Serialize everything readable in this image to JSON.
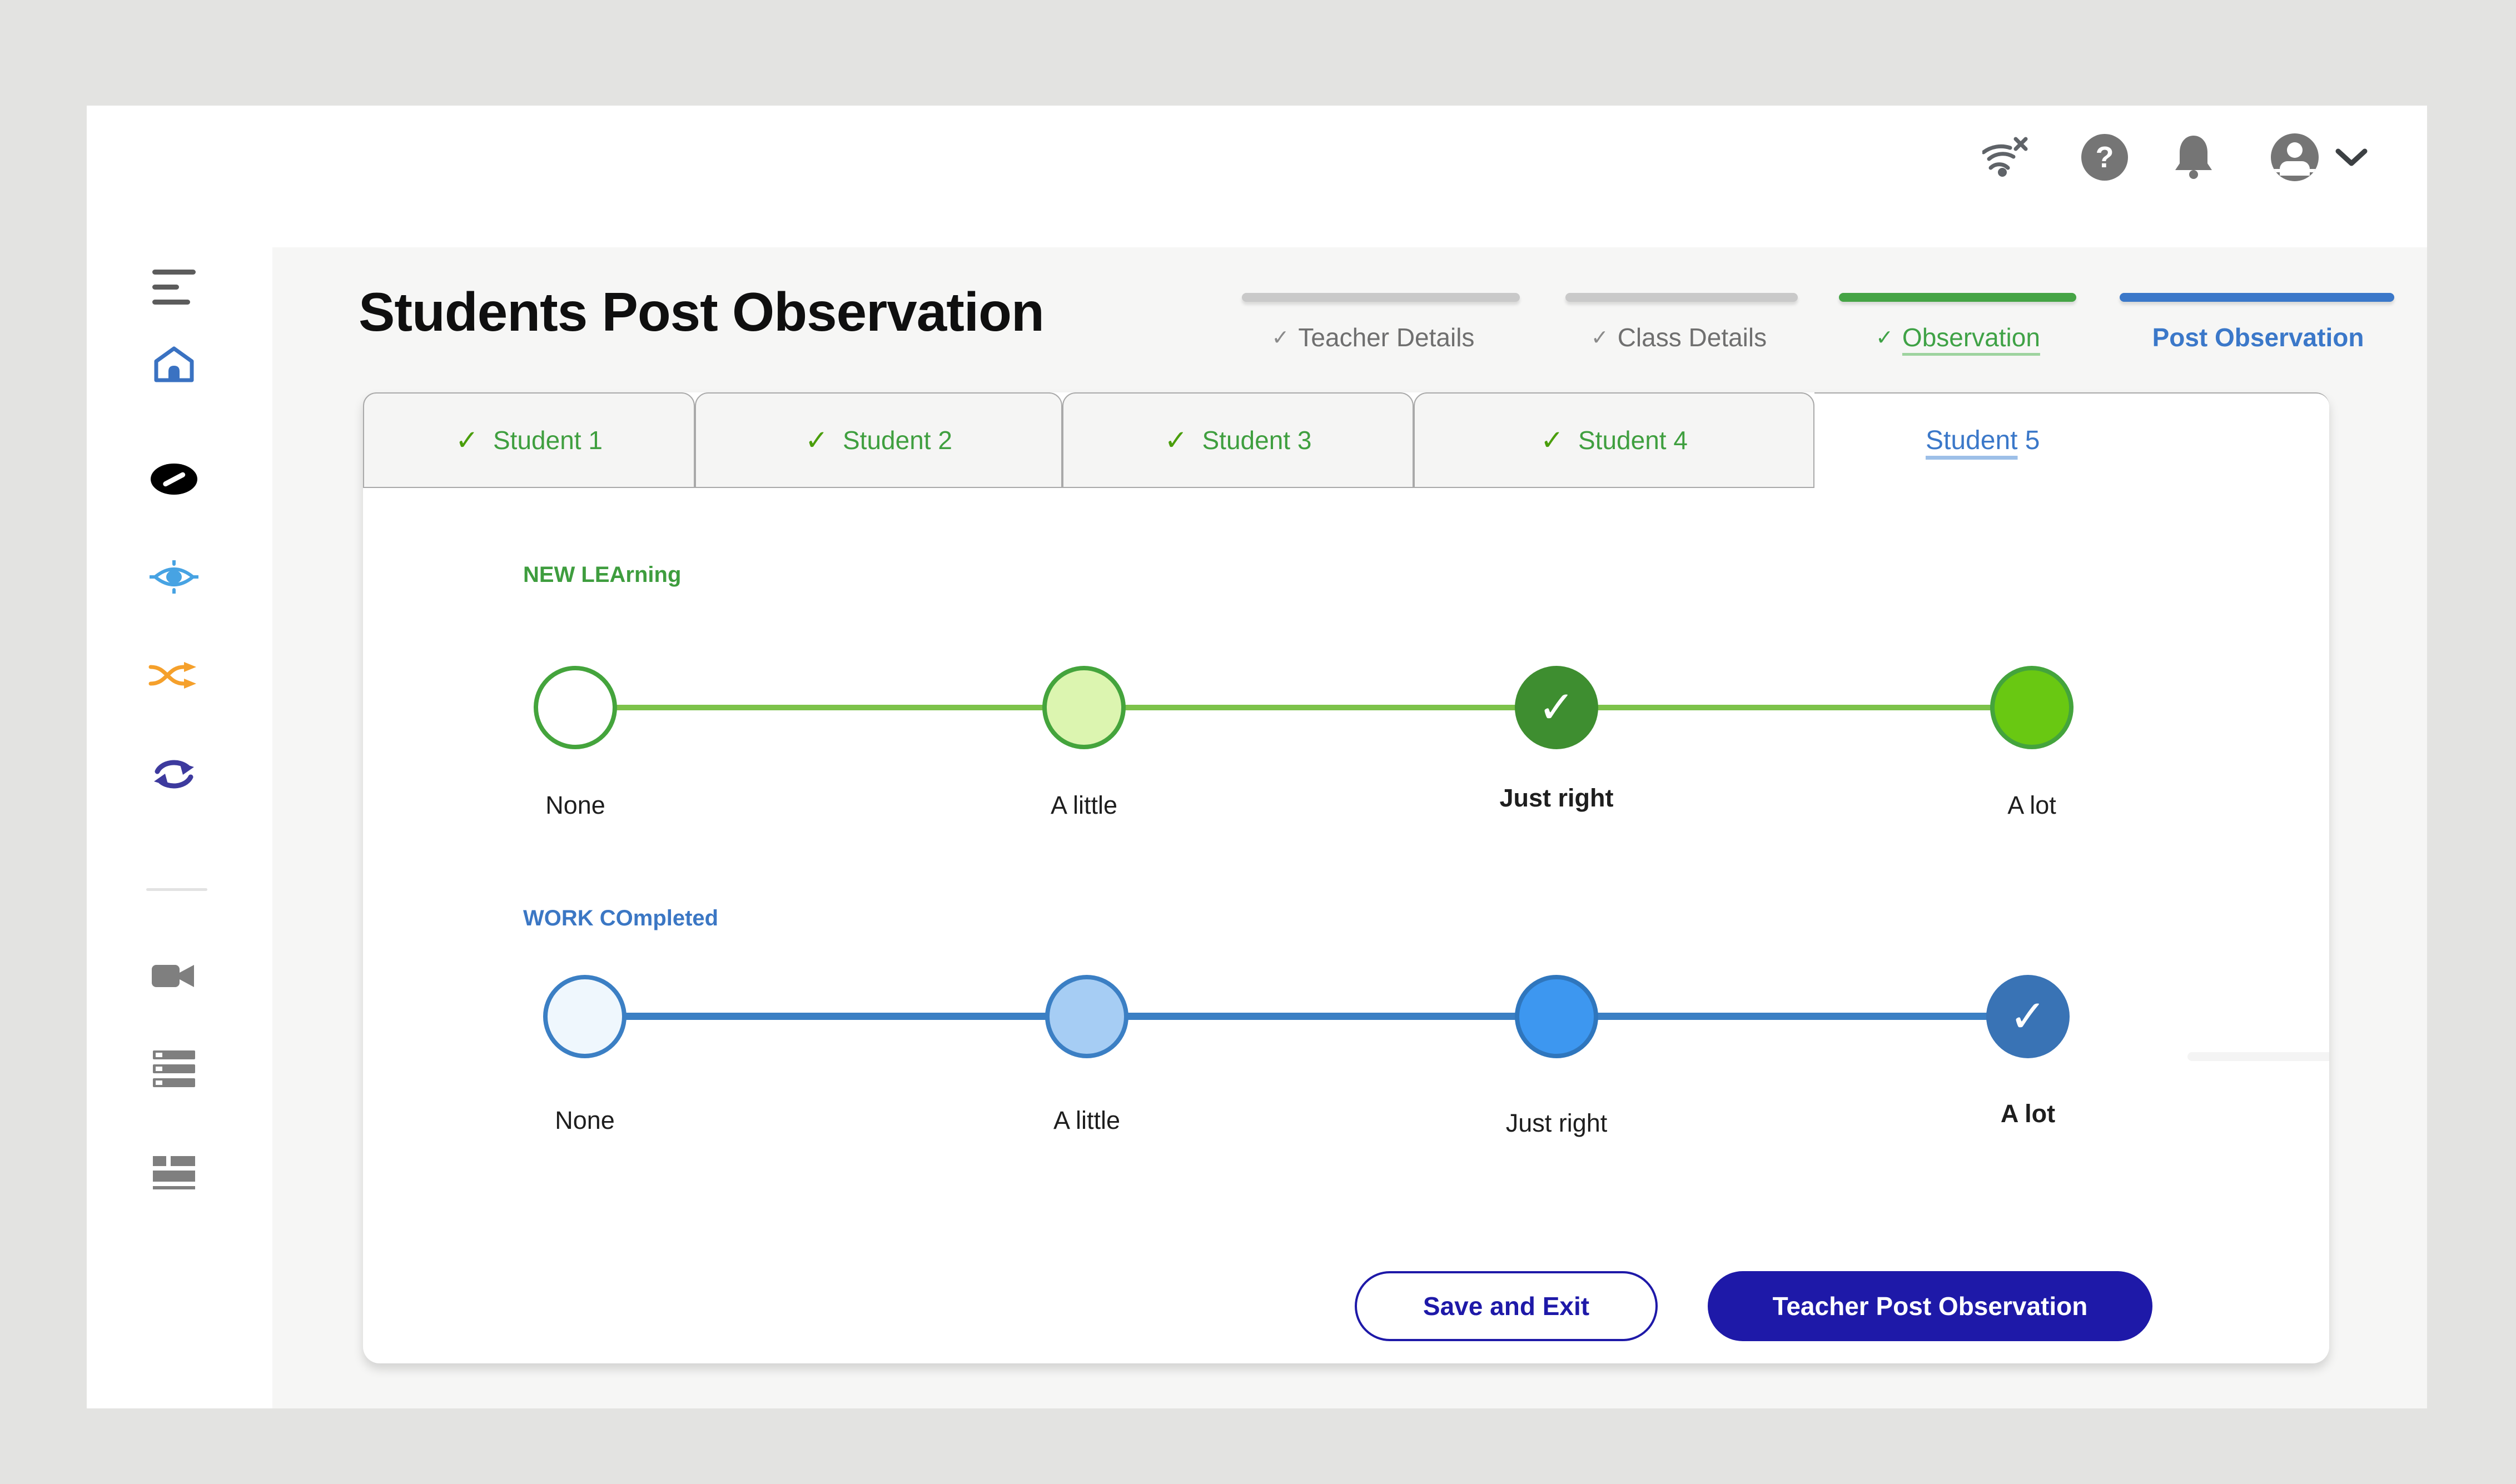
{
  "glyphs": {
    "check": "✓",
    "question": "?"
  },
  "colors": {
    "outer_background": "#e3e3e1",
    "content_background": "#f6f6f5",
    "green_accent": "#43a047",
    "light_green_track": "#7cc24a",
    "lime_fill": "#69c812",
    "dark_green_selected": "#3e8e30",
    "blue_track": "#3b7fc4",
    "bright_blue_fill": "#3d97f0",
    "dark_blue_selected": "#3973b5",
    "navy_button": "#1e19a8",
    "step_blue": "#3b78c9",
    "tab_text_green": "#3f9f3f"
  },
  "topbar": {
    "icons": [
      "wifi-off",
      "help",
      "notifications",
      "account",
      "chevron-down"
    ]
  },
  "sidebar": {
    "icons": [
      "menu",
      "home",
      "compass",
      "target",
      "shuffle",
      "sync",
      "video-camera",
      "list",
      "dashboard"
    ]
  },
  "header": {
    "title": "Students Post Observation"
  },
  "stepper": {
    "steps": [
      {
        "label": "Teacher Details",
        "checked": true,
        "status": "done"
      },
      {
        "label": "Class Details",
        "checked": true,
        "status": "done"
      },
      {
        "label": "Observation",
        "checked": true,
        "status": "current",
        "underline": true
      },
      {
        "label": "Post Observation",
        "checked": false,
        "status": "next"
      }
    ]
  },
  "tabs": [
    {
      "label": "Student 1",
      "checked": true,
      "active": false
    },
    {
      "label": "Student 2",
      "checked": true,
      "active": false
    },
    {
      "label": "Student 3",
      "checked": true,
      "active": false
    },
    {
      "label": "Student 4",
      "checked": true,
      "active": false
    },
    {
      "label": "Student 5",
      "checked": false,
      "active": true,
      "underline_part": "Student",
      "suffix": " 5"
    }
  ],
  "sliders": [
    {
      "label": "NEW LEArning",
      "theme": "green",
      "selected_value": "Just right",
      "options": [
        {
          "label": "None",
          "selected": false
        },
        {
          "label": "A little",
          "selected": false
        },
        {
          "label": "Just right",
          "selected": true
        },
        {
          "label": "A lot",
          "selected": false
        }
      ]
    },
    {
      "label": "WORK COmpleted",
      "theme": "blue",
      "selected_value": "A lot",
      "options": [
        {
          "label": "None",
          "selected": false
        },
        {
          "label": "A little",
          "selected": false
        },
        {
          "label": "Just right",
          "selected": false
        },
        {
          "label": "A lot",
          "selected": true
        }
      ]
    }
  ],
  "footer": {
    "save_label": "Save and Exit",
    "submit_label": "Teacher Post Observation"
  }
}
